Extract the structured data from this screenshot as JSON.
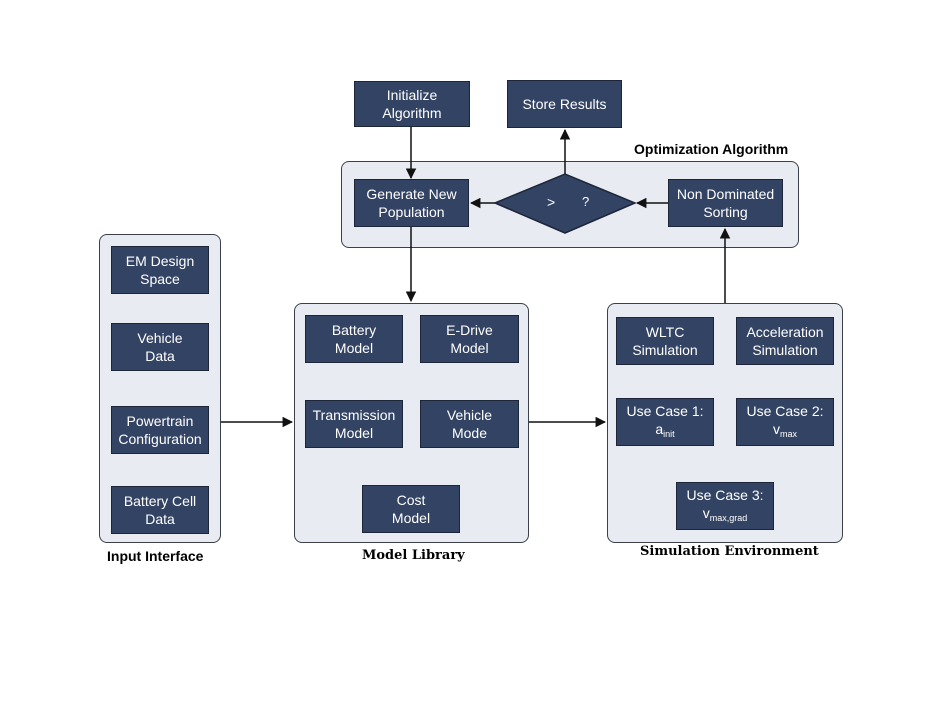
{
  "optimization": {
    "label": "Optimization Algorithm",
    "initialize": [
      "Initialize",
      "Algorithm"
    ],
    "store": "Store Results",
    "generate": [
      "Generate New",
      "Population"
    ],
    "decision_symbol": ">",
    "decision_q": "?",
    "sorting": [
      "Non Dominated",
      "Sorting"
    ]
  },
  "input_interface": {
    "label": "Input Interface",
    "items": [
      [
        "EM Design",
        "Space"
      ],
      [
        "Vehicle",
        "Data"
      ],
      [
        "Powertrain",
        "Configuration"
      ],
      [
        "Battery Cell",
        "Data"
      ]
    ]
  },
  "model_library": {
    "label": "Model Library",
    "battery": [
      "Battery",
      "Model"
    ],
    "edrive": [
      "E-Drive",
      "Model"
    ],
    "transmission": [
      "Transmission",
      "Model"
    ],
    "vehicle": [
      "Vehicle",
      "Mode"
    ],
    "cost": [
      "Cost",
      "Model"
    ]
  },
  "simulation": {
    "label": "Simulation Environment",
    "wltc": [
      "WLTC",
      "Simulation"
    ],
    "acceleration": [
      "Acceleration",
      "Simulation"
    ],
    "uc1": {
      "title": "Use Case 1:",
      "var": "a",
      "sub": "init"
    },
    "uc2": {
      "title": "Use Case 2:",
      "var": "v",
      "sub": "max"
    },
    "uc3": {
      "title": "Use Case 3:",
      "var": "v",
      "sub": "max,grad"
    }
  },
  "colors": {
    "box_fill": "#334363",
    "group_fill": "#e8ebf2",
    "line": "#111111"
  }
}
